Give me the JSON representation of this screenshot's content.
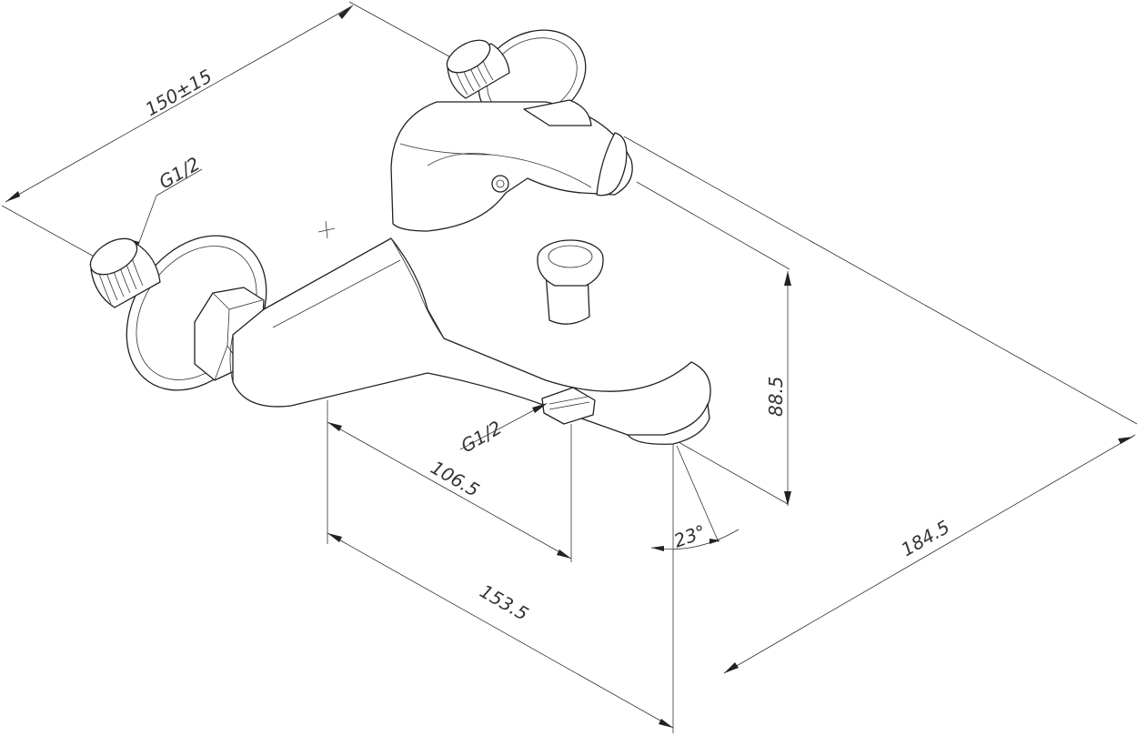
{
  "dimensions": {
    "wall_spacing": "150±15",
    "inlet_thread": "G1/2",
    "outlet_thread": "G1/2",
    "spout_offset": "106.5",
    "total_depth": "153.5",
    "diagonal_length": "184.5",
    "height": "88.5",
    "angle": "23°"
  }
}
